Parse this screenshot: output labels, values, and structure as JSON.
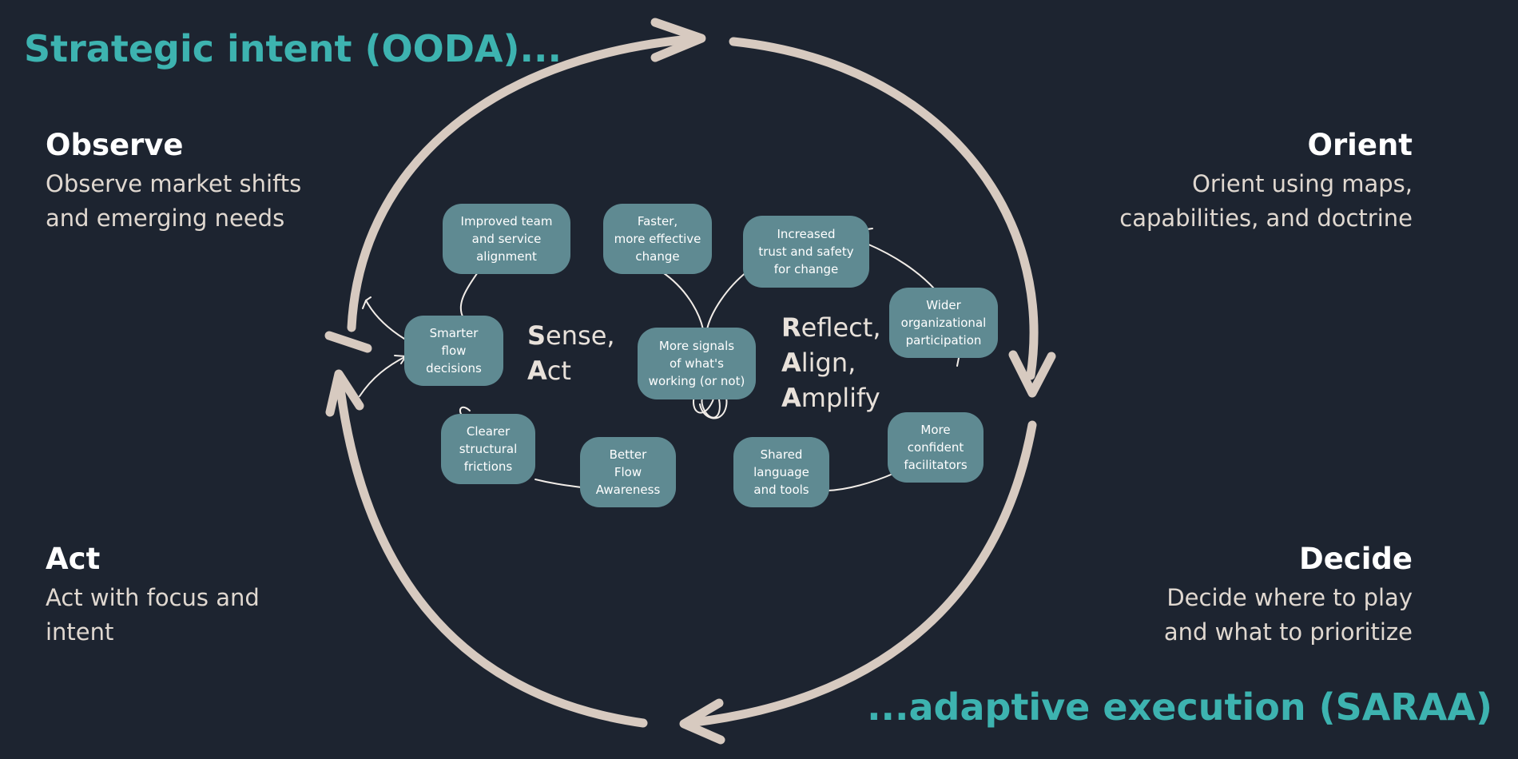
{
  "title_top": "Strategic intent (OODA)...",
  "title_bottom": "...adaptive execution (SARAA)",
  "quadrants": {
    "observe": {
      "heading": "Observe",
      "line1": "Observe market shifts",
      "line2": "and emerging needs"
    },
    "orient": {
      "heading": "Orient",
      "line1": "Orient using maps,",
      "line2": "capabilities, and doctrine"
    },
    "act": {
      "heading": "Act",
      "line1": "Act with focus and",
      "line2": "intent"
    },
    "decide": {
      "heading": "Decide",
      "line1": "Decide where to play",
      "line2": "and what to prioritize"
    }
  },
  "inner_left": {
    "line1_initial": "S",
    "line1_rest": "ense,",
    "line2_initial": "A",
    "line2_rest": "ct"
  },
  "inner_right": {
    "line1_initial": "R",
    "line1_rest": "eflect,",
    "line2_initial": "A",
    "line2_rest": "lign,",
    "line3_initial": "A",
    "line3_rest": "mplify"
  },
  "nodes": {
    "improved": {
      "l1": "Improved team",
      "l2": "and service",
      "l3": "alignment"
    },
    "faster": {
      "l1": "Faster,",
      "l2": "more effective",
      "l3": "change"
    },
    "trust": {
      "l1": "Increased",
      "l2": "trust and safety",
      "l3": "for change"
    },
    "smarter": {
      "l1": "Smarter",
      "l2": "flow",
      "l3": "decisions"
    },
    "signals": {
      "l1": "More signals",
      "l2": "of what's",
      "l3": "working (or not)"
    },
    "wider": {
      "l1": "Wider",
      "l2": "organizational",
      "l3": "participation"
    },
    "clearer": {
      "l1": "Clearer",
      "l2": "structural",
      "l3": "frictions"
    },
    "better": {
      "l1": "Better",
      "l2": "Flow",
      "l3": "Awareness"
    },
    "shared": {
      "l1": "Shared",
      "l2": "language",
      "l3": "and tools"
    },
    "confident": {
      "l1": "More",
      "l2": "confident",
      "l3": "facilitators"
    }
  },
  "colors": {
    "background": "#1d2430",
    "accent_teal": "#3db3b0",
    "node_fill": "#5f8a92",
    "cycle_arrow": "#d7cac0"
  }
}
